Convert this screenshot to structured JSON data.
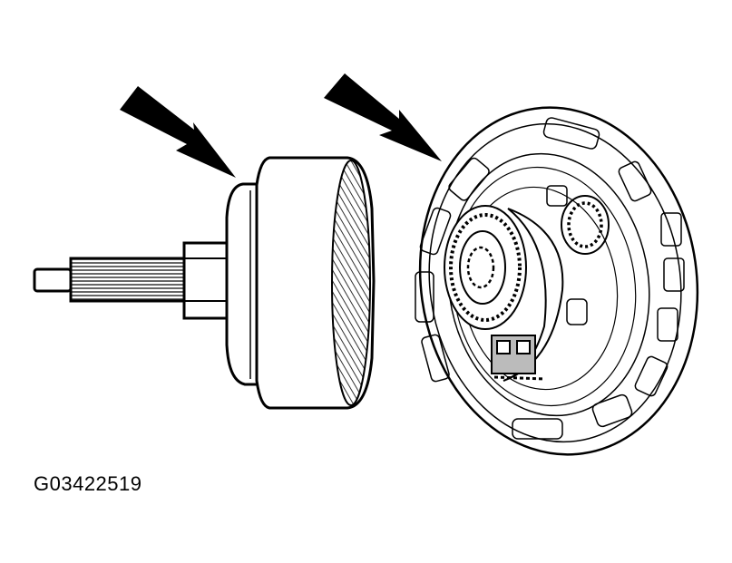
{
  "figure": {
    "id_label": "G03422519",
    "description": "Exploded view: input shaft with clutch drum (left) and disc/pump assembly (right), two arrows indicating components",
    "colors": {
      "line": "#000000",
      "background": "#ffffff",
      "hatch": "#555555"
    },
    "arrows": [
      {
        "name": "left-arrow",
        "points_to": "drum-shoulder"
      },
      {
        "name": "right-arrow",
        "points_to": "disc-outer-rim"
      }
    ]
  }
}
